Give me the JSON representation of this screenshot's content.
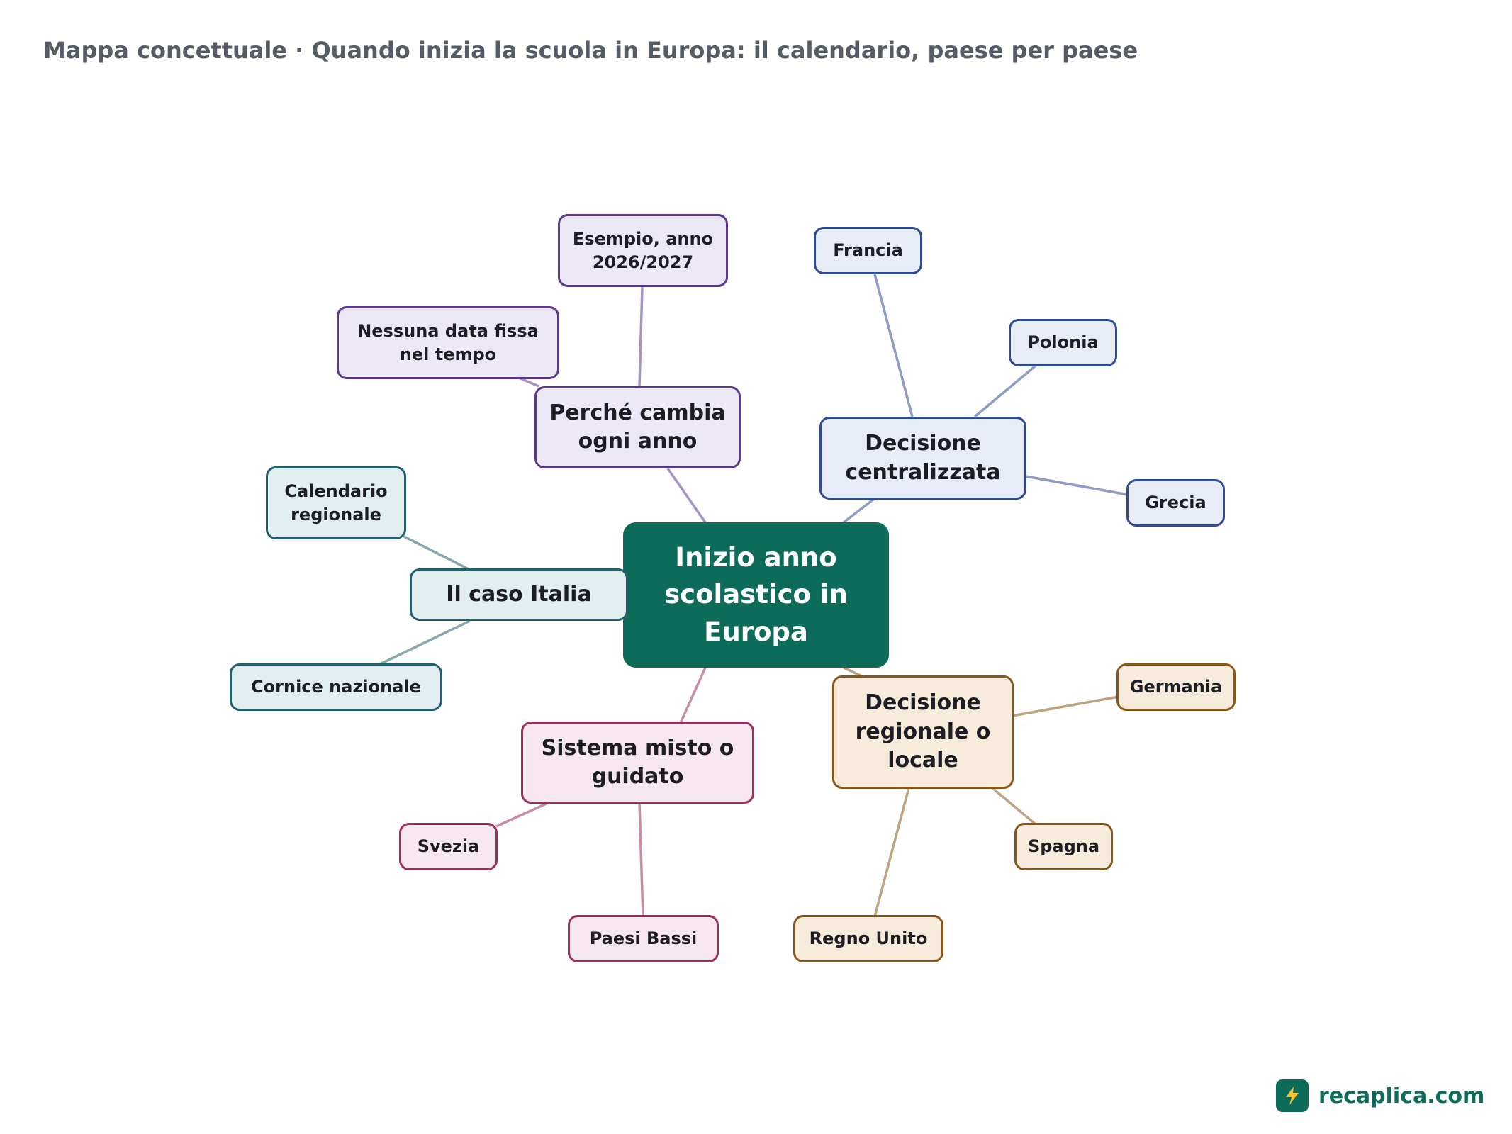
{
  "title": "Mappa concettuale · Quando inizia la scuola in Europa: il calendario, paese per paese",
  "root": {
    "lines": [
      "Inizio anno",
      "scolastico in",
      "Europa"
    ]
  },
  "branches": {
    "why": {
      "lines": [
        "Perché cambia",
        "ogni anno"
      ],
      "color": "#5b3a8e",
      "children": [
        {
          "lines": [
            "Esempio, anno",
            "2026/2027"
          ]
        },
        {
          "lines": [
            "Nessuna data fissa",
            "nel tempo"
          ]
        }
      ]
    },
    "central": {
      "lines": [
        "Decisione",
        "centralizzata"
      ],
      "color": "#2f4b94",
      "children": [
        {
          "lines": [
            "Francia"
          ]
        },
        {
          "lines": [
            "Polonia"
          ]
        },
        {
          "lines": [
            "Grecia"
          ]
        }
      ]
    },
    "italy": {
      "lines": [
        "Il caso Italia"
      ],
      "color": "#23606e",
      "children": [
        {
          "lines": [
            "Calendario",
            "regionale"
          ]
        },
        {
          "lines": [
            "Cornice nazionale"
          ]
        }
      ]
    },
    "mixed": {
      "lines": [
        "Sistema misto o",
        "guidato"
      ],
      "color": "#9c2d5c",
      "children": [
        {
          "lines": [
            "Svezia"
          ]
        },
        {
          "lines": [
            "Paesi Bassi"
          ]
        }
      ]
    },
    "regional": {
      "lines": [
        "Decisione",
        "regionale o",
        "locale"
      ],
      "color": "#8a5518",
      "children": [
        {
          "lines": [
            "Germania"
          ]
        },
        {
          "lines": [
            "Spagna"
          ]
        },
        {
          "lines": [
            "Regno Unito"
          ]
        }
      ]
    }
  },
  "brand": {
    "name": "recaplica.com",
    "icon": "lightning-bolt-icon",
    "color": "#0d6b59"
  }
}
